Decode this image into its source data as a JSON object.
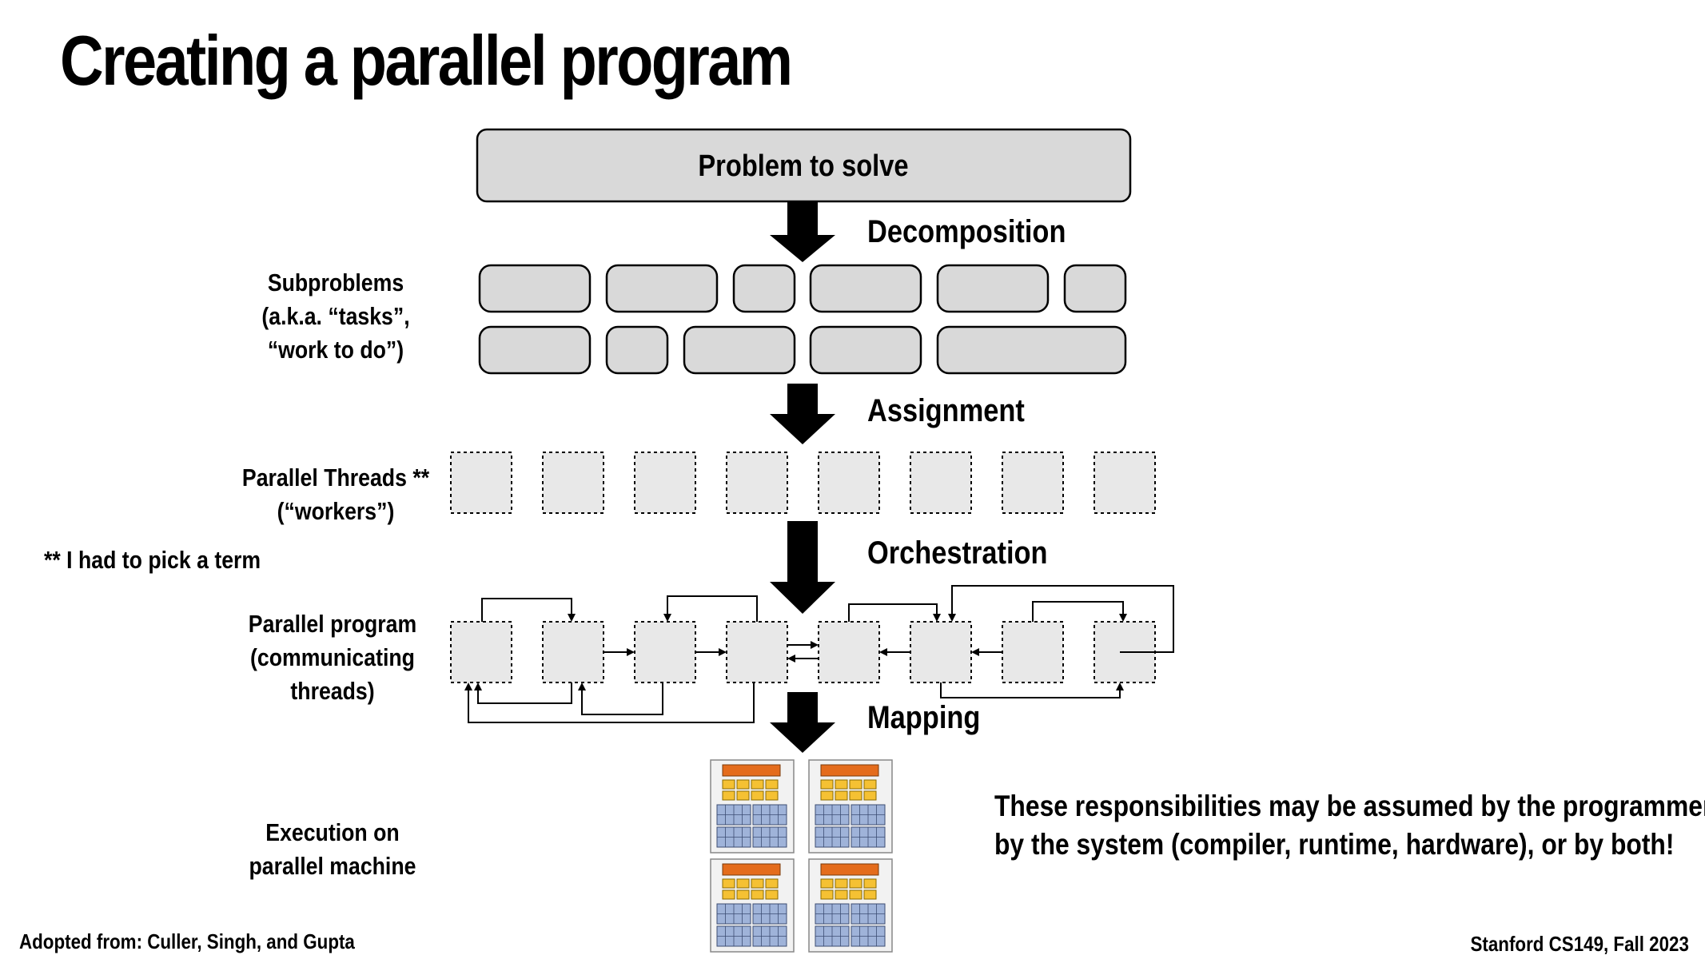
{
  "title": "Creating a parallel program",
  "problem_box": "Problem to solve",
  "steps": {
    "decomposition": "Decomposition",
    "assignment": "Assignment",
    "orchestration": "Orchestration",
    "mapping": "Mapping"
  },
  "side_labels": {
    "subproblems": [
      "Subproblems",
      "(a.k.a. “tasks”,",
      "“work to do”)"
    ],
    "threads": [
      "Parallel Threads **",
      "(“workers”)"
    ],
    "program": [
      "Parallel program",
      "(communicating",
      "threads)"
    ],
    "execution": [
      "Execution on",
      "parallel machine"
    ]
  },
  "note": "** I had to pick a term",
  "responsibilities": [
    "These responsibilities may be assumed by the programmer,",
    "by the system (compiler, runtime, hardware), or by both!"
  ],
  "credit": "Adopted from: Culler, Singh, and Gupta",
  "course": "Stanford CS149, Fall 2023",
  "colors": {
    "box_fill": "#d9d9d9",
    "thread_fill": "#e8e8e8",
    "chip_orange": "#e46c1c",
    "chip_yellow": "#f5c133",
    "chip_blue": "#9fb3d9"
  },
  "icons": [
    "down-arrow-icon",
    "cpu-chip-icon"
  ]
}
